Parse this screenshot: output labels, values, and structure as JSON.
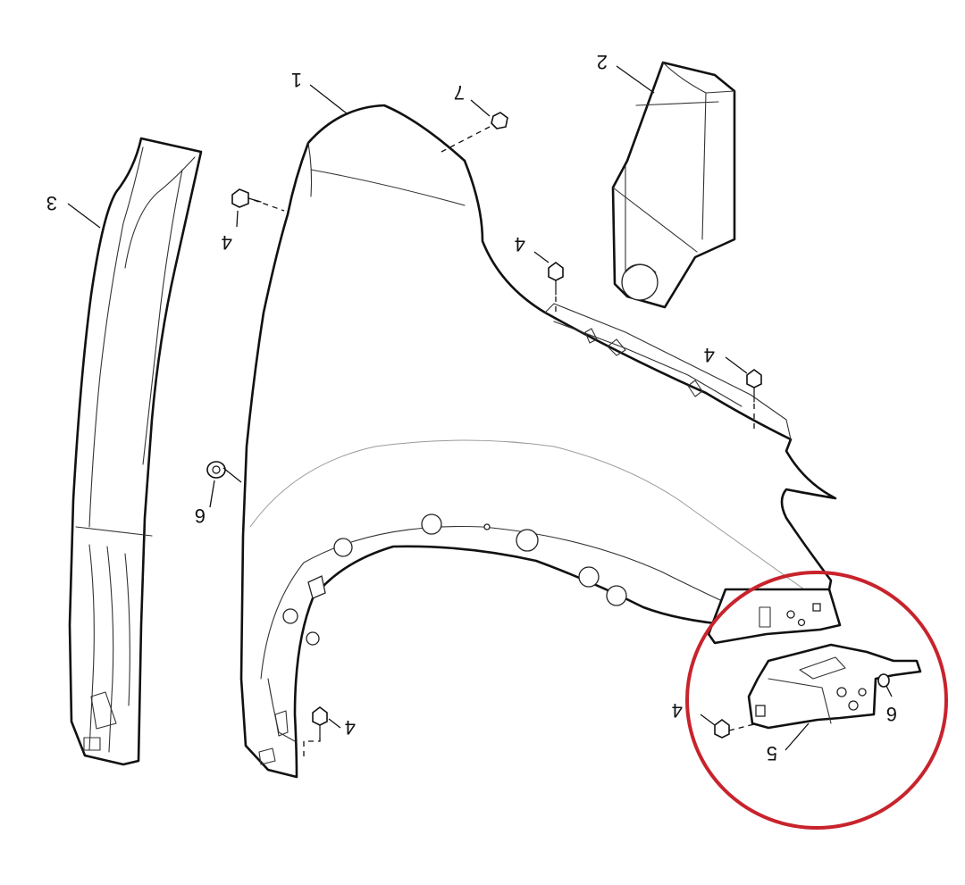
{
  "diagram": {
    "callouts": {
      "fender": "1",
      "splash_shield": "2",
      "a_pillar_panel": "3",
      "bolt_upper_left": "4",
      "bolt_top_edge": "4",
      "bolt_right_edge": "4",
      "bolt_lower_wheel": "4",
      "bolt_bracket": "4",
      "bracket": "5",
      "nut_bracket": "6",
      "nut_left": "6",
      "screw_top": "7"
    },
    "colors": {
      "line": "#111111",
      "highlight_circle": "#c8232c",
      "background": "#ffffff"
    }
  }
}
